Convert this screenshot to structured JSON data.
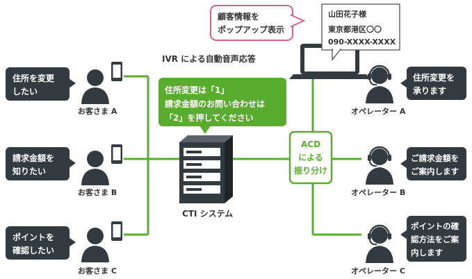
{
  "popup_note": {
    "lines": [
      "顧客情報を",
      "ポップアップ表示"
    ]
  },
  "popup_screen": {
    "name": "山田花子様",
    "address": "東京都港区〇〇",
    "phone": "090-XXXX-XXXX"
  },
  "ivr_label": "IVR による自動音声応答",
  "ivr_bubble": {
    "lines": [
      "住所変更は「1」",
      "請求金額のお問い合わせは",
      "「2」を押してください"
    ]
  },
  "cti_label": "CTI システム",
  "acd": {
    "lines": [
      "ACD",
      "による",
      "振り分け"
    ]
  },
  "customers": [
    {
      "label": "お客さま A",
      "bubble": [
        "住所を変更",
        "したい"
      ]
    },
    {
      "label": "お客さま B",
      "bubble": [
        "請求金額を",
        "知りたい"
      ]
    },
    {
      "label": "お客さま C",
      "bubble": [
        "ポイントを",
        "確認したい"
      ]
    }
  ],
  "operators": [
    {
      "label": "オペレーター A",
      "bubble": [
        "住所変更を",
        "承ります"
      ]
    },
    {
      "label": "オペレーター B",
      "bubble": [
        "ご請求金額を",
        "ご案内します"
      ]
    },
    {
      "label": "オペレーター C",
      "bubble": [
        "ポイントの確",
        "認方法をご案",
        "内します"
      ]
    }
  ],
  "colors": {
    "green": "#5aac2e",
    "dark": "#333a40",
    "pink": "#d9607f",
    "text": "#333333"
  }
}
